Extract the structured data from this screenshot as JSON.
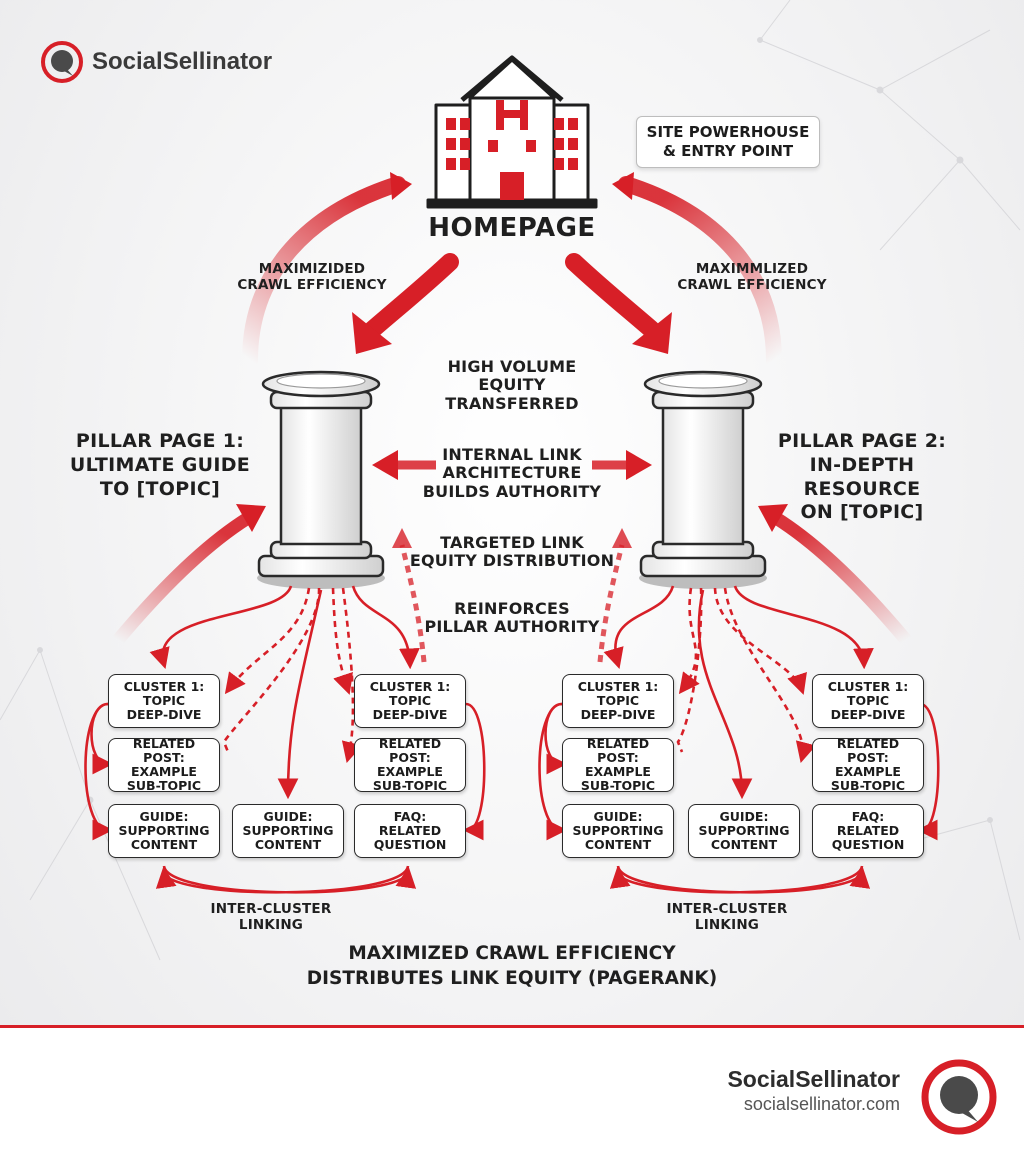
{
  "brand": {
    "name": "SocialSellinator",
    "url": "socialsellinator.com"
  },
  "colors": {
    "accent": "#d71f27",
    "ink": "#1f1f1f",
    "node_border": "#2a2a2a"
  },
  "homepage": {
    "label": "HOMEPAGE",
    "callout_line1": "SITE POWERHOUSE",
    "callout_line2": "& ENTRY POINT",
    "icon": "hospital-building-icon"
  },
  "labels": {
    "crawl_left_1": "MAXIMIZIDED",
    "crawl_left_2": "CRAWL EFFICIENCY",
    "crawl_right_1": "MAXIMMLIZED",
    "crawl_right_2": "CRAWL EFFICIENCY",
    "volume_1": "HIGH VOLUME",
    "volume_2": "EQUITY TRANSFERRED",
    "internal_1": "INTERNAL LINK",
    "internal_2": "ARCHITECTURE",
    "internal_3": "BUILDS AUTHORITY",
    "targeted_1": "TARGETED LINK",
    "targeted_2": "EQUITY DISTRIBUTION",
    "reinforce_1": "REINFORCES",
    "reinforce_2": "PILLAR AUTHORITY",
    "inter_left_1": "INTER-CLUSTER",
    "inter_left_2": "LINKING",
    "inter_right_1": "INTER-CLUSTER",
    "inter_right_2": "LINKING",
    "bottom_1": "MAXIMIZED CRAWL EFFICIENCY",
    "bottom_2": "DISTRIBUTES LINK EQUITY (PAGERANK)"
  },
  "pillars": [
    {
      "line1": "PILLAR PAGE 1:",
      "line2": "ULTIMATE GUIDE",
      "line3": "TO [TOPIC]"
    },
    {
      "line1": "PILLAR PAGE 2:",
      "line2": "IN-DEPTH RESOURCE",
      "line3": "ON [TOPIC]"
    }
  ],
  "left_cluster": {
    "a1": [
      "CLUSTER 1:",
      "TOPIC",
      "DEEP-DIVE"
    ],
    "a2": [
      "RELATED POST:",
      "EXAMPLE",
      "SUB-TOPIC"
    ],
    "a3": [
      "GUIDE:",
      "SUPPORTING",
      "CONTENT"
    ],
    "b3": [
      "GUIDE:",
      "SUPPORTING",
      "CONTENT"
    ],
    "c1": [
      "CLUSTER 1:",
      "TOPIC",
      "DEEP-DIVE"
    ],
    "c2": [
      "RELATED POST:",
      "EXAMPLE",
      "SUB-TOPIC"
    ],
    "c3": [
      "FAQ:",
      "RELATED",
      "QUESTION"
    ]
  },
  "right_cluster": {
    "a1": [
      "CLUSTER 1:",
      "TOPIC",
      "DEEP-DIVE"
    ],
    "a2": [
      "RELATED POST:",
      "EXAMPLE",
      "SUB-TOPIC"
    ],
    "a3": [
      "GUIDE:",
      "SUPPORTING",
      "CONTENT"
    ],
    "b3": [
      "GUIDE:",
      "SUPPORTING",
      "CONTENT"
    ],
    "c1": [
      "CLUSTER 1:",
      "TOPIC",
      "DEEP-DIVE"
    ],
    "c2": [
      "RELATED POST:",
      "EXAMPLE",
      "SUB-TOPIC"
    ],
    "c3": [
      "FAQ:",
      "RELATED",
      "QUESTION"
    ]
  }
}
